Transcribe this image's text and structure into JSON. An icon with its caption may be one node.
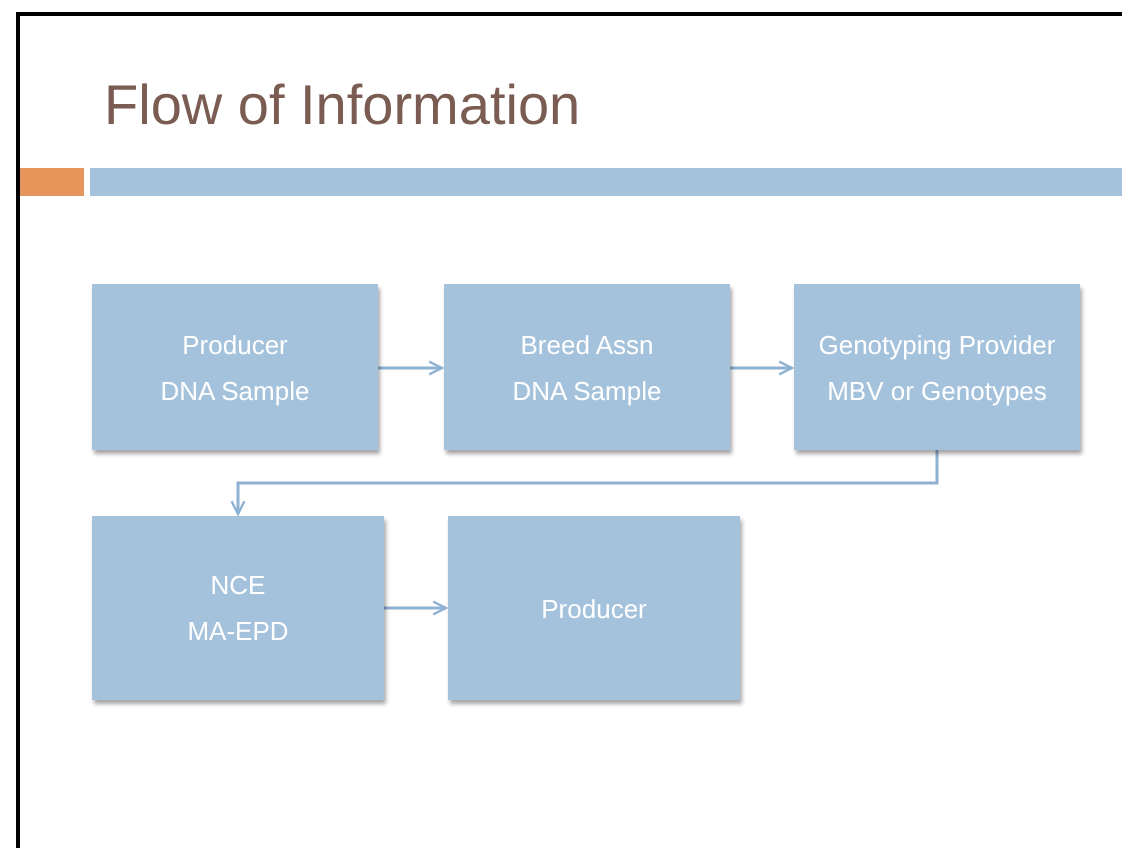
{
  "diagram": {
    "title": "Flow of Information",
    "nodes": [
      {
        "text": [
          "Producer",
          "DNA Sample"
        ]
      },
      {
        "text": [
          "Breed Assn",
          "DNA Sample"
        ]
      },
      {
        "text": [
          "Genotyping Provider",
          "MBV or Genotypes"
        ]
      },
      {
        "text": [
          "NCE",
          "MA-EPD"
        ]
      },
      {
        "text": [
          "Producer"
        ]
      }
    ],
    "edges": [
      {
        "from": 0,
        "to": 1,
        "arrow": "to"
      },
      {
        "from": 1,
        "to": 2,
        "arrow": "to"
      },
      {
        "from": 2,
        "to": 3,
        "arrow": "to"
      },
      {
        "from": 3,
        "to": 4,
        "arrow": "to"
      }
    ]
  }
}
